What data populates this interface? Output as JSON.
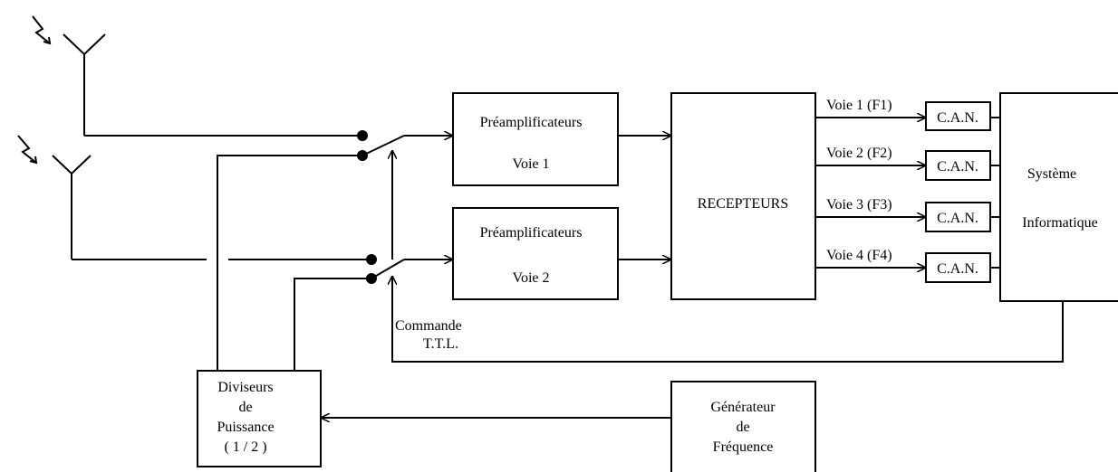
{
  "blocks": {
    "preamp1": {
      "title": "Préamplificateurs",
      "channel": "Voie 1"
    },
    "preamp2": {
      "title": "Préamplificateurs",
      "channel": "Voie 2"
    },
    "receivers": {
      "label": "RECEPTEURS"
    },
    "can_label": "C.A.N.",
    "computer": {
      "line1": "Système",
      "line2": "Informatique"
    },
    "power_divider": {
      "line1": "Diviseurs",
      "line2": "de",
      "line3": "Puissance",
      "line4": "( 1 / 2 )"
    },
    "freq_generator": {
      "line1": "Générateur",
      "line2": "de",
      "line3": "Fréquence"
    }
  },
  "channels": [
    "Voie 1 (F1)",
    "Voie 2 (F2)",
    "Voie 3 (F3)",
    "Voie 4 (F4)"
  ],
  "control": {
    "line1": "Commande",
    "line2": "T.T.L."
  }
}
